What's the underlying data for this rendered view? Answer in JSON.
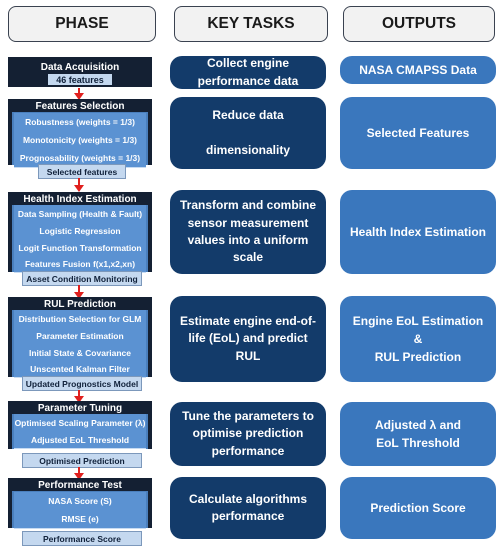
{
  "headers": {
    "phase": "PHASE",
    "key_tasks": "KEY TASKS",
    "outputs": "OUTPUTS"
  },
  "stages": [
    {
      "phase_title": "Data Acquisition",
      "phase_count": "46 features",
      "task": "Collect engine\nperformance data",
      "output": "NASA CMAPSS Data"
    },
    {
      "phase_title": "Features Selection",
      "phase_items": [
        "Robustness (weights = 1/3)",
        "Monotonicity (weights = 1/3)",
        "Prognosability (weights = 1/3)"
      ],
      "phase_output": "Selected features",
      "task": "Reduce data\n\ndimensionality",
      "output": "Selected Features"
    },
    {
      "phase_title": "Health Index Estimation",
      "phase_items": [
        "Data Sampling (Health & Fault)",
        "Logistic Regression",
        "Logit Function Transformation",
        "Features Fusion f(x1,x2,xn)"
      ],
      "phase_output": "Asset Condition Monitoring",
      "task": "Transform and combine\nsensor measurement\nvalues into a uniform\nscale",
      "output": "Health Index Estimation"
    },
    {
      "phase_title": "RUL Prediction",
      "phase_items": [
        "Distribution Selection for GLM",
        "Parameter Estimation",
        "Initial State & Covariance",
        "Unscented Kalman Filter"
      ],
      "phase_output": "Updated Prognostics Model",
      "task": "Estimate engine end-of-\nlife (EoL) and predict\nRUL",
      "output": "Engine EoL Estimation\n&\nRUL Prediction"
    },
    {
      "phase_title": "Parameter Tuning",
      "phase_items": [
        "Optimised Scaling Parameter (λ)",
        "Adjusted EoL Threshold"
      ],
      "phase_output": "Optimised Prediction",
      "task": "Tune the parameters to\noptimise prediction\nperformance",
      "output": "Adjusted λ and\nEoL Threshold"
    },
    {
      "phase_title": "Performance Test",
      "phase_items": [
        "NASA Score (S)",
        "RMSE (e)"
      ],
      "phase_output": "Performance Score",
      "task": "Calculate algorithms\nperformance",
      "output": "Prediction Score"
    }
  ]
}
